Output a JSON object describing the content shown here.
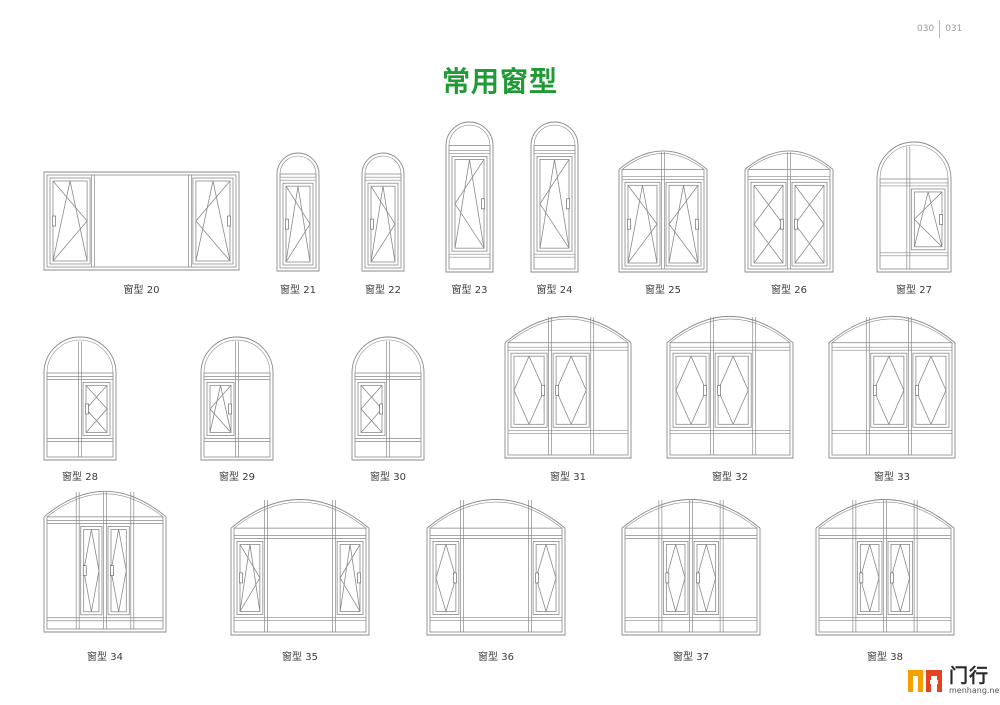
{
  "page": {
    "page_numbers": [
      "030",
      "031"
    ],
    "title": "常用窗型"
  },
  "windows": [
    {
      "label": "窗型 20",
      "shape": "rect",
      "cols": [
        1,
        2.1,
        1
      ],
      "sashes": [
        [
          0,
          "vl"
        ],
        [
          2,
          "vr"
        ]
      ]
    },
    {
      "label": "窗型 21",
      "shape": "arch",
      "transom": 0.17,
      "sashes": [
        [
          0,
          "vl"
        ]
      ]
    },
    {
      "label": "窗型 22",
      "shape": "arch",
      "transom": 0.17,
      "sashes": [
        [
          0,
          "vl"
        ]
      ]
    },
    {
      "label": "窗型 23",
      "shape": "arch",
      "transom": 0.2,
      "sill": 0.12,
      "sashes": [
        [
          0,
          "vr"
        ]
      ]
    },
    {
      "label": "窗型 24",
      "shape": "arch",
      "transom": 0.2,
      "sill": 0.12,
      "sashes": [
        [
          0,
          "vr"
        ]
      ]
    },
    {
      "label": "窗型 25",
      "shape": "seg",
      "cols": [
        1,
        1
      ],
      "transom": 0.28,
      "sashes": [
        [
          0,
          "vl"
        ],
        [
          1,
          "vr"
        ]
      ]
    },
    {
      "label": "窗型 26",
      "shape": "seg",
      "cols": [
        1,
        1
      ],
      "transom": 0.28,
      "sashes": [
        [
          0,
          "x"
        ],
        [
          1,
          "x"
        ]
      ]
    },
    {
      "label": "窗型 27",
      "shape": "arch",
      "cols": [
        1,
        1.4
      ],
      "transom": 0.22,
      "sill": 0.18,
      "sashes": [
        [
          1,
          "vr"
        ]
      ]
    },
    {
      "label": "窗型 28",
      "shape": "arch",
      "cols": [
        1,
        1
      ],
      "transom": 0.2,
      "sill": 0.22,
      "sashes": [
        [
          1,
          "x"
        ]
      ]
    },
    {
      "label": "窗型 29",
      "shape": "arch",
      "cols": [
        1,
        1
      ],
      "transom": 0.2,
      "sill": 0.22,
      "sashes": [
        [
          0,
          "vr"
        ]
      ]
    },
    {
      "label": "窗型 30",
      "shape": "arch",
      "cols": [
        1,
        1
      ],
      "transom": 0.2,
      "sill": 0.22,
      "sashes": [
        [
          0,
          "x"
        ]
      ]
    },
    {
      "label": "窗型 31",
      "shape": "seg",
      "cols": [
        1,
        1,
        0.85
      ],
      "transom": 0.16,
      "sill": 0.22,
      "sashes": [
        [
          0,
          "d"
        ],
        [
          1,
          "d"
        ]
      ]
    },
    {
      "label": "窗型 32",
      "shape": "seg",
      "cols": [
        1,
        1,
        0.85
      ],
      "transom": 0.16,
      "sill": 0.22,
      "sashes": [
        [
          0,
          "d"
        ],
        [
          1,
          "d"
        ]
      ]
    },
    {
      "label": "窗型 33",
      "shape": "seg",
      "cols": [
        0.85,
        1,
        1
      ],
      "transom": 0.16,
      "sill": 0.22,
      "sashes": [
        [
          1,
          "d"
        ],
        [
          2,
          "d"
        ]
      ]
    },
    {
      "label": "窗型 34",
      "shape": "seg",
      "cols": [
        0.9,
        0.8,
        0.8,
        0.9
      ],
      "transom": 0.13,
      "sill": 0.1,
      "sashes": [
        [
          1,
          "d"
        ],
        [
          2,
          "d"
        ]
      ]
    },
    {
      "label": "窗型 35",
      "shape": "seg",
      "cols": [
        0.7,
        1.5,
        0.7
      ],
      "transom": 0.28,
      "sill": 0.14,
      "sashes": [
        [
          0,
          "vl"
        ],
        [
          2,
          "vr"
        ]
      ]
    },
    {
      "label": "窗型 36",
      "shape": "seg",
      "cols": [
        0.7,
        1.5,
        0.7
      ],
      "transom": 0.28,
      "sill": 0.14,
      "sashes": [
        [
          0,
          "d"
        ],
        [
          2,
          "d"
        ]
      ]
    },
    {
      "label": "窗型 37",
      "shape": "seg",
      "cols": [
        0.75,
        0.65,
        0.65,
        0.75
      ],
      "transom": 0.28,
      "sill": 0.14,
      "sashes": [
        [
          1,
          "d"
        ],
        [
          2,
          "d"
        ]
      ]
    },
    {
      "label": "窗型 38",
      "shape": "seg",
      "cols": [
        0.75,
        0.65,
        0.65,
        0.75
      ],
      "transom": 0.28,
      "sill": 0.14,
      "sashes": [
        [
          1,
          "d"
        ],
        [
          2,
          "d"
        ]
      ]
    }
  ],
  "logo": {
    "name": "门行",
    "domain": "menhang.net",
    "colors": [
      "#f5a000",
      "#e34320"
    ]
  },
  "colors": {
    "title": "#1f9a34",
    "line": "#8a8a8a"
  }
}
